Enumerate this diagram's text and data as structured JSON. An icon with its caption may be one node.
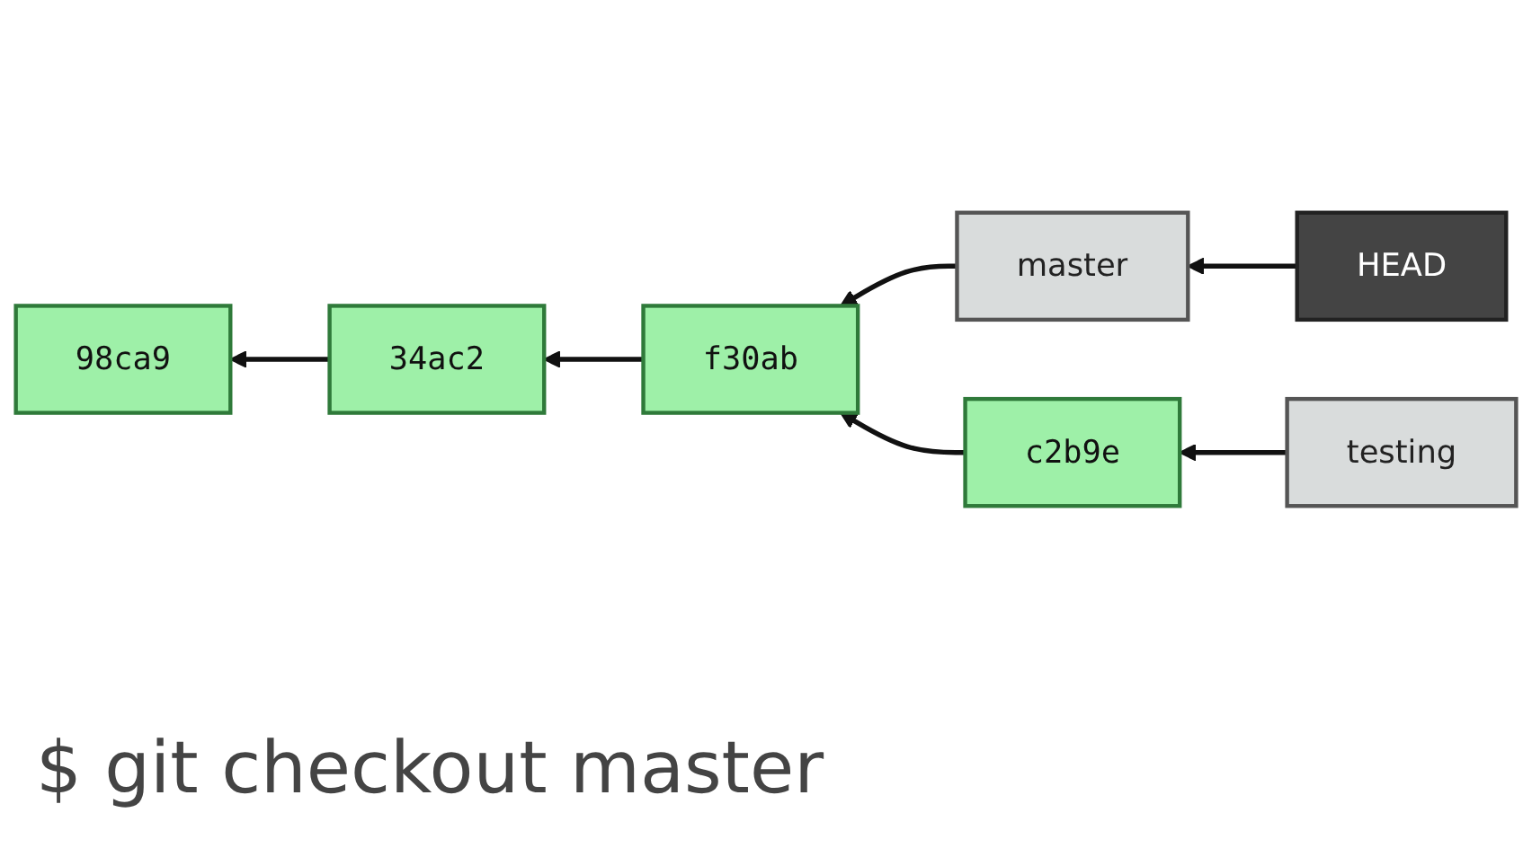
{
  "diagram": {
    "nodes": [
      {
        "text": [
          "HEAD"
        ]
      },
      {
        "text": [
          "master"
        ]
      },
      {
        "text": [
          "98ca9"
        ]
      },
      {
        "text": [
          "34ac2"
        ]
      },
      {
        "text": [
          "f30ab"
        ]
      },
      {
        "text": [
          "c2b9e"
        ]
      },
      {
        "text": [
          "testing"
        ]
      }
    ],
    "edges": [
      {
        "from": 0,
        "to": 1,
        "arrow": "to"
      },
      {
        "from": 1,
        "to": 4,
        "arrow": "to"
      },
      {
        "from": 5,
        "to": 4,
        "arrow": "to"
      },
      {
        "from": 4,
        "to": 3,
        "arrow": "to"
      },
      {
        "from": 3,
        "to": 2,
        "arrow": "to"
      },
      {
        "from": 6,
        "to": 5,
        "arrow": "to"
      }
    ],
    "labels": [
      "$ git checkout master"
    ]
  }
}
